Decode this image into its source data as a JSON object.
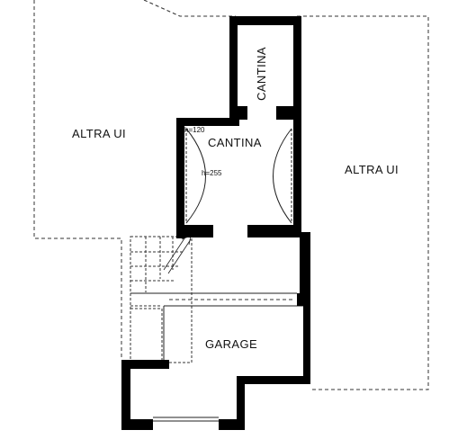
{
  "rooms": {
    "altra_ui_left": "ALTRA UI",
    "altra_ui_right": "ALTRA UI",
    "cantina_upper": "CANTINA",
    "cantina_lower": "CANTINA",
    "garage": "GARAGE"
  },
  "annotations": {
    "height_1": "h=120",
    "height_2": "h=255"
  },
  "colors": {
    "wall": "#000000",
    "line": "#222222",
    "background": "#ffffff"
  }
}
